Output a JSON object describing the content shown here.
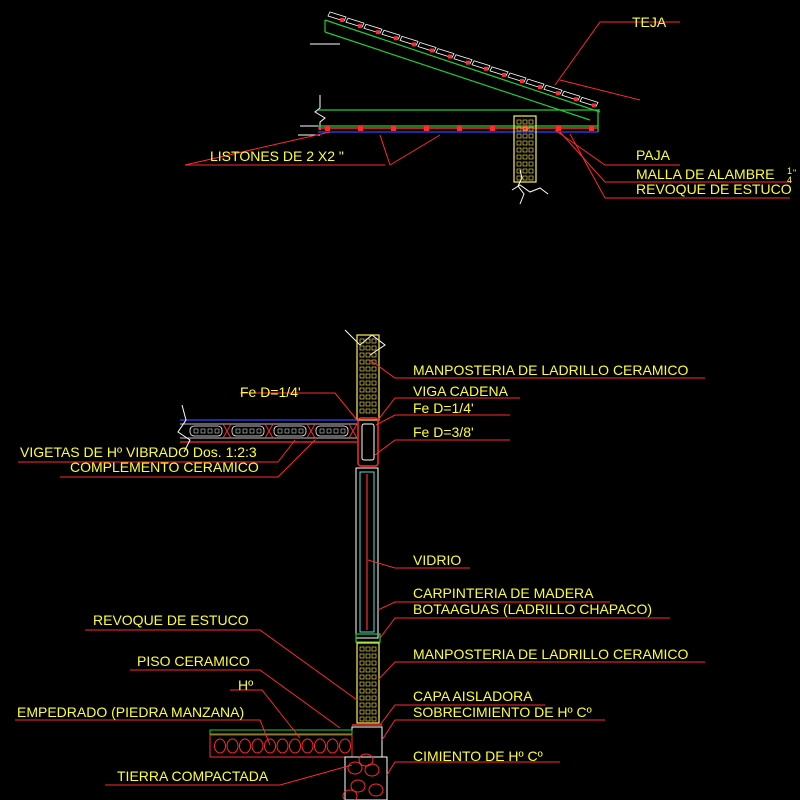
{
  "roof_labels": {
    "teja": "TEJA",
    "listones": "LISTONES DE 2 X2 \"",
    "paja": "PAJA",
    "malla": "MALLA DE ALAMBRE",
    "malla_frac_num": "1",
    "malla_frac_den": "4",
    "malla_inch": "\"",
    "revoque": "REVOQUE DE ESTUCO"
  },
  "wall_labels": {
    "manposteria_top": "MANPOSTERIA DE LADRILLO CERAMICO",
    "viga_cadena": "VIGA CADENA",
    "fe_left": "Fe D=1/4'",
    "fe_right_1": "Fe D=1/4'",
    "fe_right_2": "Fe D=3/8'",
    "vigetas": "VIGETAS DE Hº VIBRADO Dos. 1:2:3",
    "complemento": "COMPLEMENTO CERAMICO",
    "vidrio": "VIDRIO",
    "carpinteria": "CARPINTERIA DE MADERA",
    "botaaguas": "BOTAAGUAS (LADRILLO CHAPACO)",
    "manposteria_bottom": "MANPOSTERIA DE LADRILLO CERAMICO",
    "revoque_estuco": "REVOQUE DE ESTUCO",
    "piso": "PISO CERAMICO",
    "ho": "Hº",
    "empedrado": "EMPEDRADO (PIEDRA MANZANA)",
    "capa": "CAPA AISLADORA",
    "sobrecimiento": "SOBRECIMIENTO DE Hº Cº",
    "cimiento": "CIMIENTO DE Hº Cº",
    "tierra": "TIERRA COMPACTADA"
  },
  "colors": {
    "label": "#ffff33",
    "leader": "#ff2a2a",
    "green": "#22cc33",
    "wall": "#ffee55",
    "white": "#ffffff",
    "blue": "#3344ff",
    "cyan": "#55dddd"
  }
}
